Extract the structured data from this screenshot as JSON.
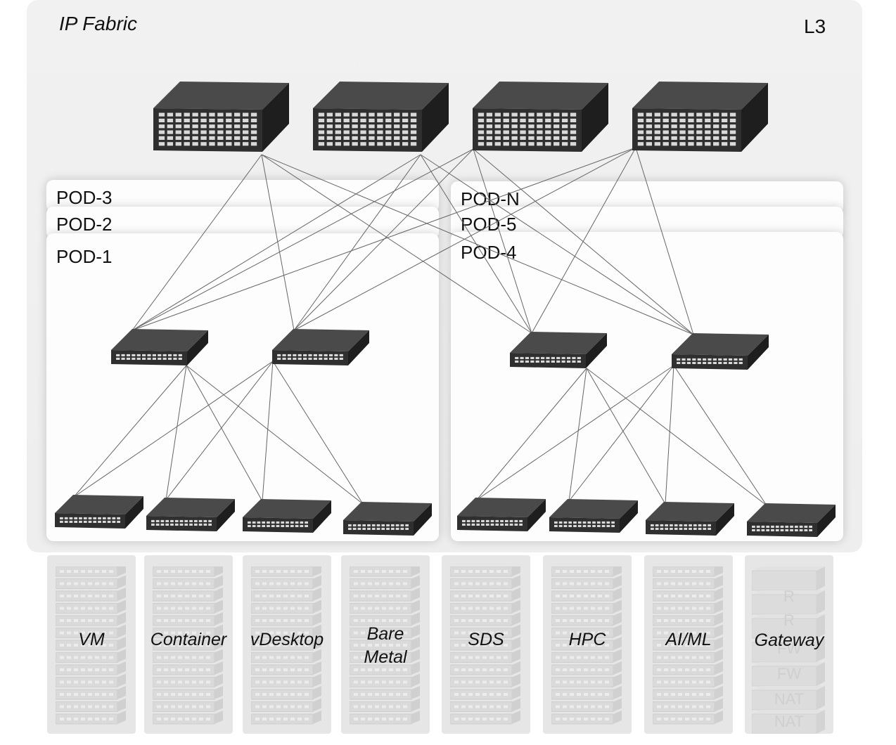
{
  "fabric": {
    "title": "IP Fabric",
    "layer": "L3"
  },
  "pods": {
    "left_back": [
      "POD-3",
      "POD-2"
    ],
    "left_front": "POD-1",
    "right_back": [
      "POD-N",
      "POD-5"
    ],
    "right_front": "POD-4"
  },
  "workloads": [
    {
      "line1": "VM"
    },
    {
      "line1": "Container"
    },
    {
      "line1": "vDesktop"
    },
    {
      "line1": "Bare",
      "line2": "Metal"
    },
    {
      "line1": "SDS"
    },
    {
      "line1": "HPC"
    },
    {
      "line1": "AI/ML"
    },
    {
      "line1": "Gateway"
    }
  ],
  "gateway_stack": [
    "R",
    "R",
    "FW",
    "FW",
    "NAT",
    "NAT"
  ],
  "colors": {
    "device": "#2f2f2f",
    "device_top": "#4a4a4a",
    "device_side": "#1e1e1e",
    "port": "#d9d9d9",
    "link": "#666666"
  }
}
